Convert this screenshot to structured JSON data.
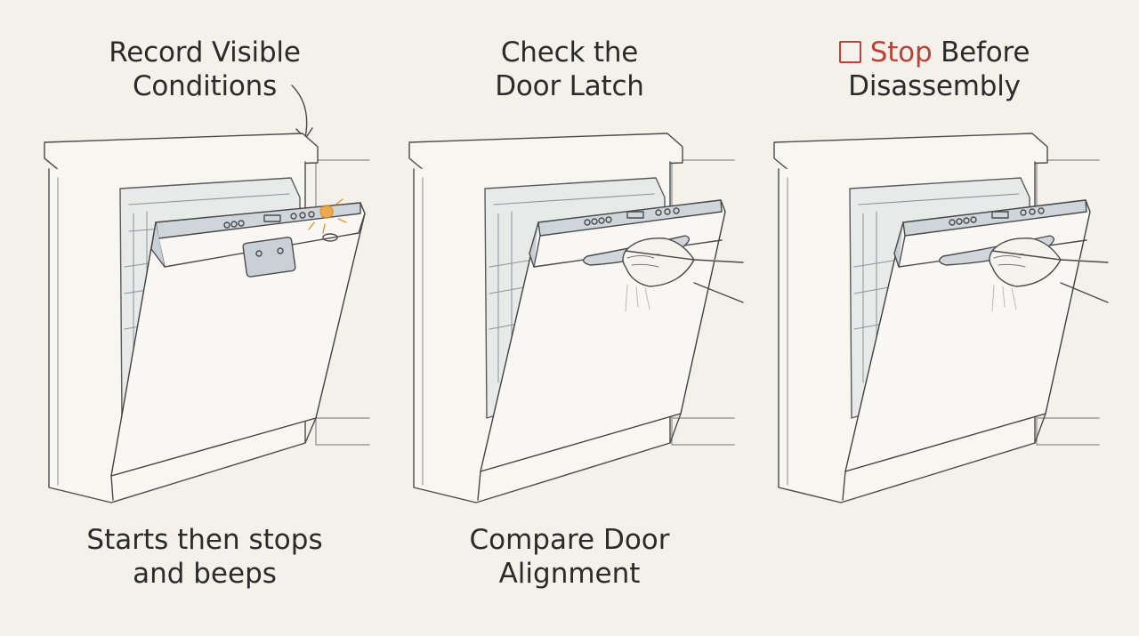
{
  "panels": [
    {
      "title_line1": "Record Visible",
      "title_line2": "Conditions",
      "caption_line1": "Starts then stops",
      "caption_line2": "and beeps",
      "illustration": "dishwasher-door-open-indicator-lights"
    },
    {
      "title_line1": "Check the",
      "title_line2": "Door Latch",
      "caption_line1": "Compare Door",
      "caption_line2": "Alignment",
      "illustration": "hand-on-dishwasher-handle"
    },
    {
      "title_stop": "Stop",
      "title_rest": " Before",
      "title_line2": "Disassembly",
      "illustration": "hand-on-dishwasher-handle",
      "checkbox_icon": "empty-checkbox-icon"
    }
  ],
  "colors": {
    "background": "#f3f1ea",
    "line": "#4a4a4a",
    "stop_red": "#b8423c",
    "indicator_glow": "#f0a23a"
  }
}
